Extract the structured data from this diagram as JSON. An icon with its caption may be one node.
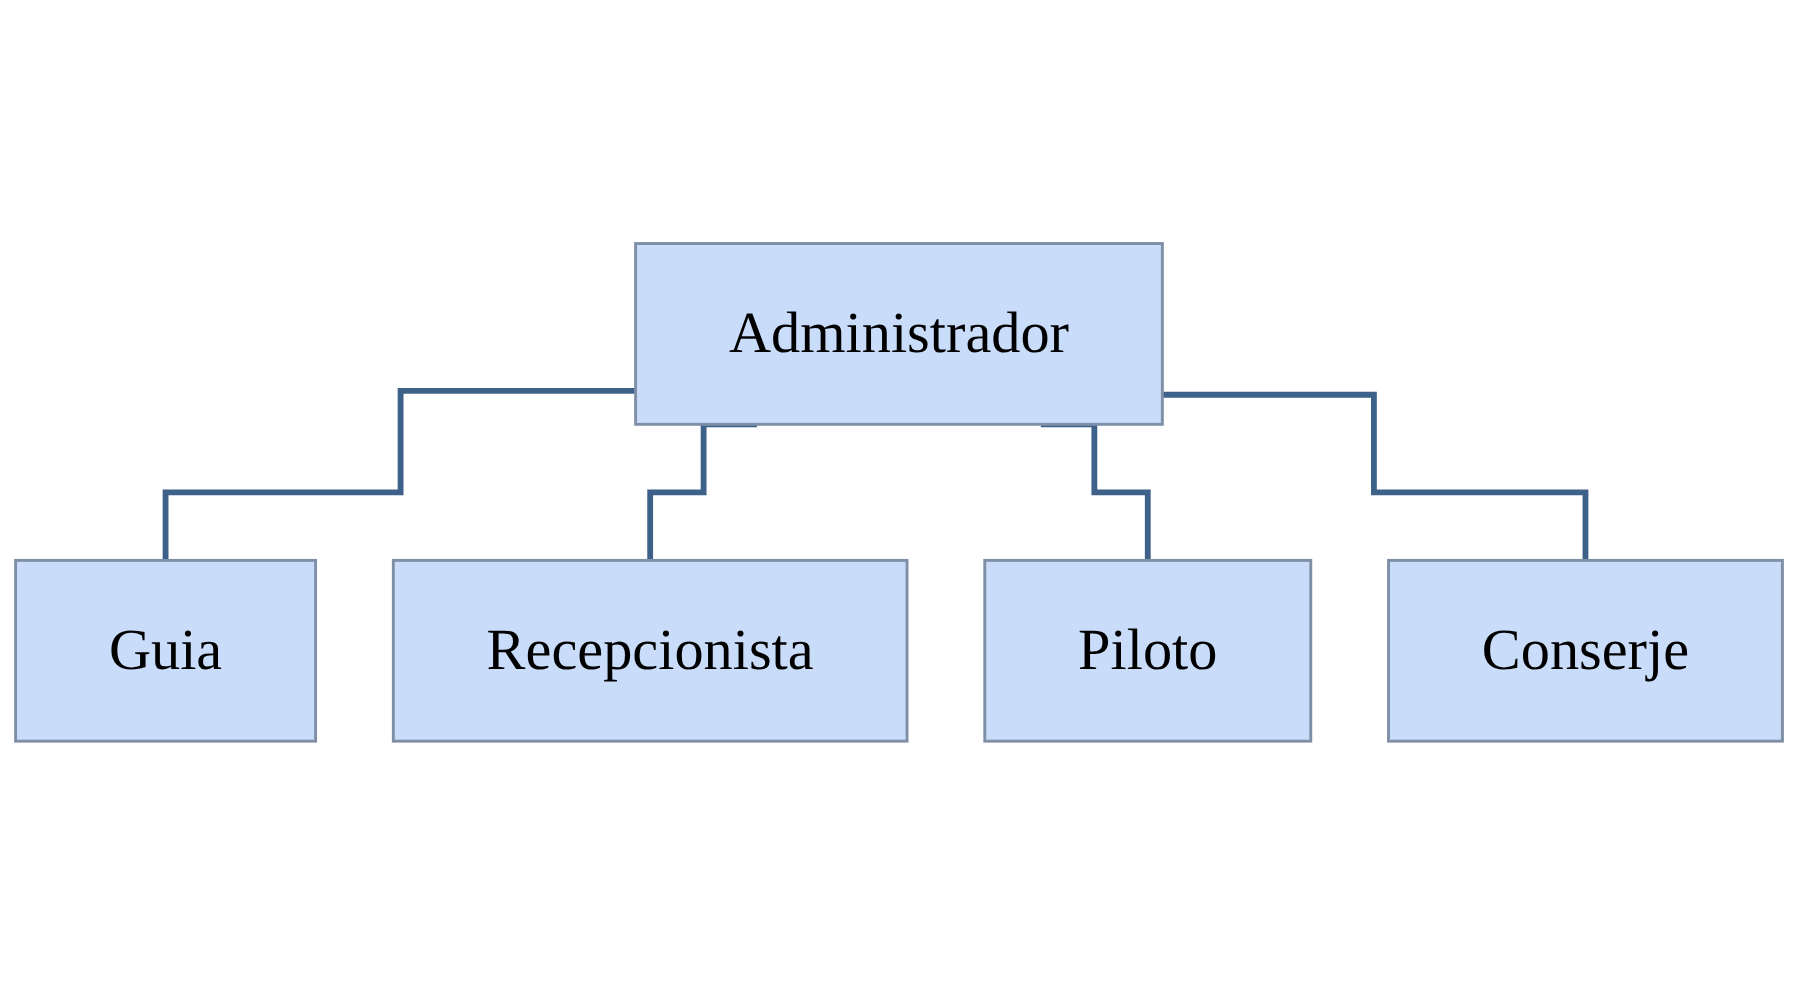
{
  "diagram": {
    "nodes": [
      {
        "text": [
          "Administrador"
        ]
      },
      {
        "text": [
          "Guia"
        ]
      },
      {
        "text": [
          "Recepcionista"
        ]
      },
      {
        "text": [
          "Piloto"
        ]
      },
      {
        "text": [
          "Conserje"
        ]
      }
    ],
    "edges": [
      {
        "from": 0,
        "to": 1,
        "arrow": "none"
      },
      {
        "from": 0,
        "to": 2,
        "arrow": "none"
      },
      {
        "from": 0,
        "to": 3,
        "arrow": "none"
      },
      {
        "from": 0,
        "to": 4,
        "arrow": "none"
      }
    ]
  }
}
